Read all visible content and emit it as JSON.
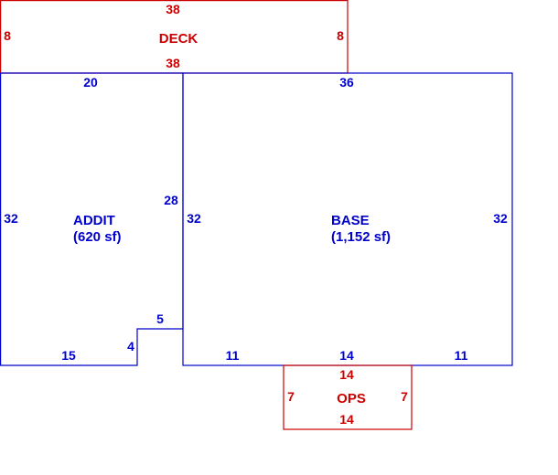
{
  "colors": {
    "building": "#0000cc",
    "attachment": "#cc0000",
    "background": "#ffffff"
  },
  "deck": {
    "name": "DECK",
    "dims": {
      "top": "38",
      "bottom": "38",
      "left": "8",
      "right": "8"
    }
  },
  "addit": {
    "name": "ADDIT",
    "area": "(620 sf)",
    "dims": {
      "top": "20",
      "left": "32",
      "right": "28",
      "notch_top": "5",
      "notch_side": "4",
      "bottom": "15"
    }
  },
  "base": {
    "name": "BASE",
    "area": "(1,152 sf)",
    "dims": {
      "top": "36",
      "left": "32",
      "right": "32",
      "bottom_left": "11",
      "bottom_mid": "14",
      "bottom_right": "11"
    }
  },
  "ops": {
    "name": "OPS",
    "dims": {
      "top": "14",
      "bottom": "14",
      "left": "7",
      "right": "7"
    }
  }
}
